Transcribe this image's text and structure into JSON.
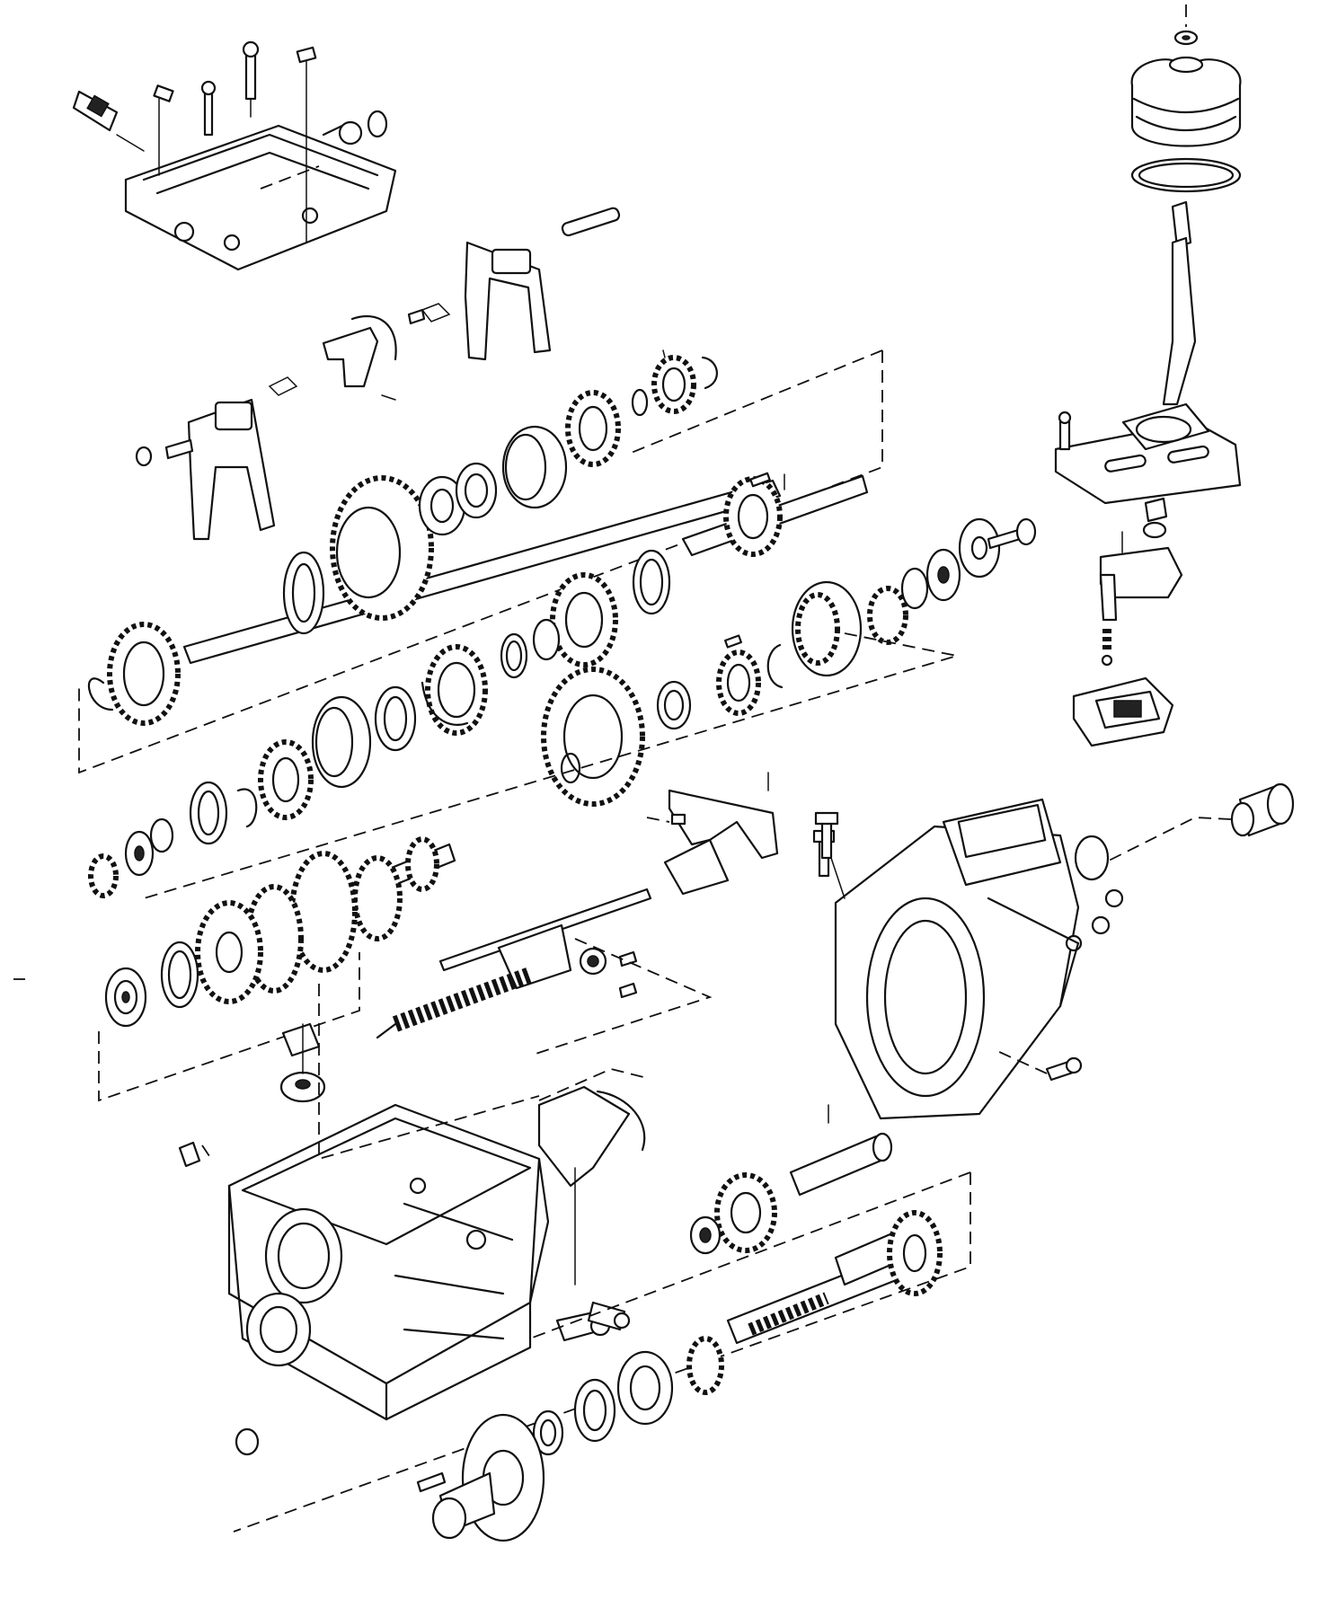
{
  "diagram": {
    "description_visible_text": "",
    "colors": {
      "ink": "#111111",
      "paper": "#ffffff"
    },
    "parts": [
      "top-cover",
      "speed-sensor",
      "shift-forks",
      "counter-shaft",
      "main-shaft",
      "synchronizer-rings",
      "gear-set",
      "reverse-idler",
      "main-case",
      "extension-housing",
      "gear-shift-lever",
      "shift-boot",
      "input-shaft",
      "output-flange",
      "bearings",
      "shift-rail"
    ]
  }
}
